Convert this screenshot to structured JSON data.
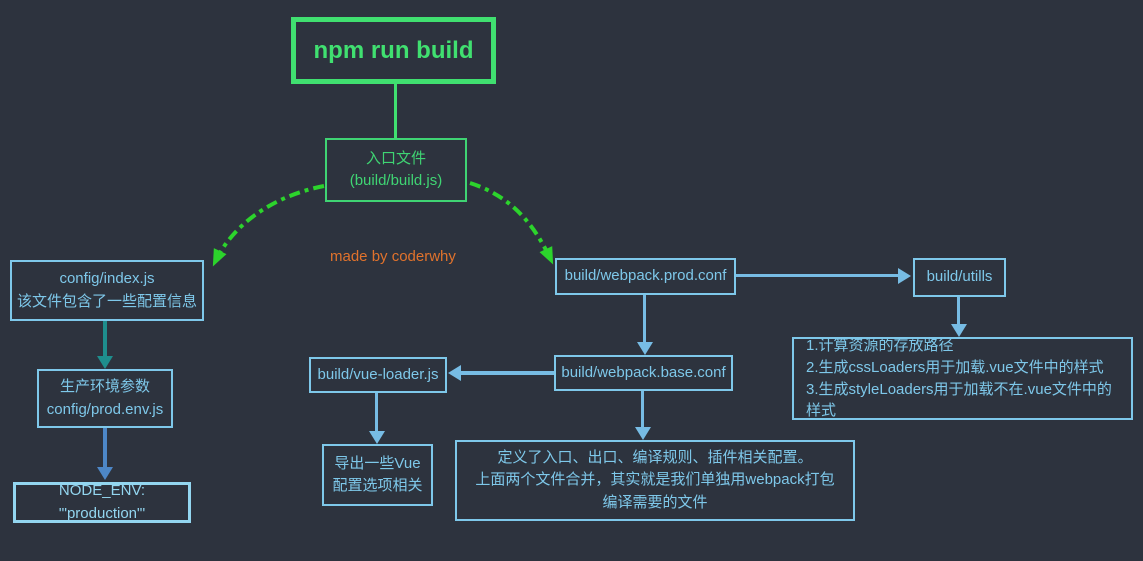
{
  "diagram_title": "npm run build flow",
  "watermark": "made by coderwhy",
  "nodes": {
    "npm_run_build": {
      "label": "npm run build"
    },
    "entry": {
      "line1": "入口文件",
      "line2": "(build/build.js)"
    },
    "config_index": {
      "line1": "config/index.js",
      "line2": "该文件包含了一些配置信息"
    },
    "prod_env": {
      "line1": "生产环境参数",
      "line2": "config/prod.env.js"
    },
    "node_env": {
      "label": "NODE_ENV: '\"production\"'"
    },
    "prod_conf": {
      "label": "build/webpack.prod.conf"
    },
    "utills": {
      "label": "build/utills"
    },
    "utills_desc": {
      "line1": "1.计算资源的存放路径",
      "line2": "2.生成cssLoaders用于加载.vue文件中的样式",
      "line3": "3.生成styleLoaders用于加载不在.vue文件中的样式"
    },
    "vue_loader": {
      "label": "build/vue-loader.js"
    },
    "base_conf": {
      "label": "build/webpack.base.conf"
    },
    "vue_export": {
      "line1": "导出一些Vue",
      "line2": "配置选项相关"
    },
    "merge_desc": {
      "line1": "定义了入口、出口、编译规则、插件相关配置。",
      "line2": "上面两个文件合并，其实就是我们单独用webpack打包编译需要的文件"
    }
  },
  "colors": {
    "background": "#2d333e",
    "bright_green": "#40e070",
    "box_green": "#3fd473",
    "dash_green": "#2cd42c",
    "box_blue": "#7ec8ea",
    "node_env_blue": "#93d6f0",
    "teal_arrow": "#1e8e8d",
    "steel_arrow": "#4d87c7",
    "light_arrow": "#77bce4",
    "watermark_orange": "#e0722c"
  }
}
